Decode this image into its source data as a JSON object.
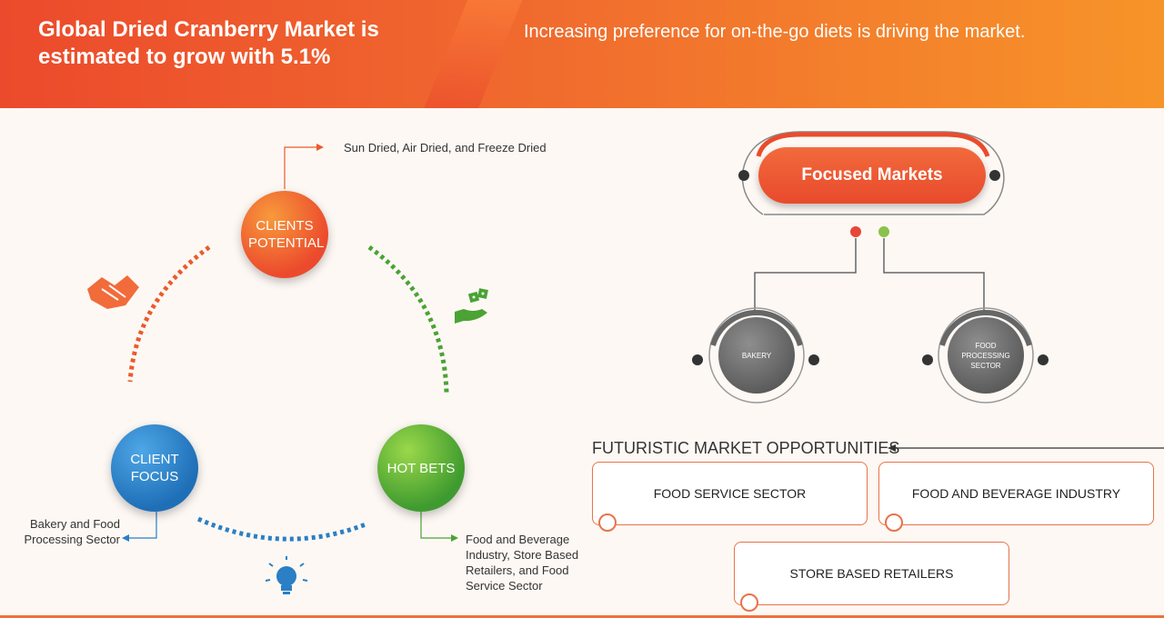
{
  "header": {
    "title": "Global Dried Cranberry Market is estimated to grow with 5.1%",
    "tagline": "Increasing preference for on-the-go diets is driving the market."
  },
  "cycle": {
    "clients_potential": {
      "label": "CLIENTS POTENTIAL",
      "note": "Sun Dried, Air Dried, and Freeze Dried"
    },
    "client_focus": {
      "label": "CLIENT FOCUS",
      "note": "Bakery and Food Processing Sector"
    },
    "hot_bets": {
      "label": "HOT BETS",
      "note": "Food and Beverage Industry, Store Based Retailers, and Food Service Sector"
    }
  },
  "focused_markets": {
    "title": "Focused Markets",
    "segments": [
      "BAKERY",
      "FOOD PROCESSING SECTOR"
    ]
  },
  "opportunities": {
    "title": "FUTURISTIC MARKET OPPORTUNITIES",
    "items": [
      "FOOD SERVICE SECTOR",
      "FOOD AND BEVERAGE INDUSTRY",
      "STORE BASED RETAILERS"
    ]
  },
  "colors": {
    "orange": "#ec4a2c",
    "blue": "#1f6fb7",
    "green": "#3f9b2f",
    "gray": "#5a5a5a"
  },
  "icons": [
    "handshake-icon",
    "dice-hand-icon",
    "lightbulb-icon"
  ]
}
